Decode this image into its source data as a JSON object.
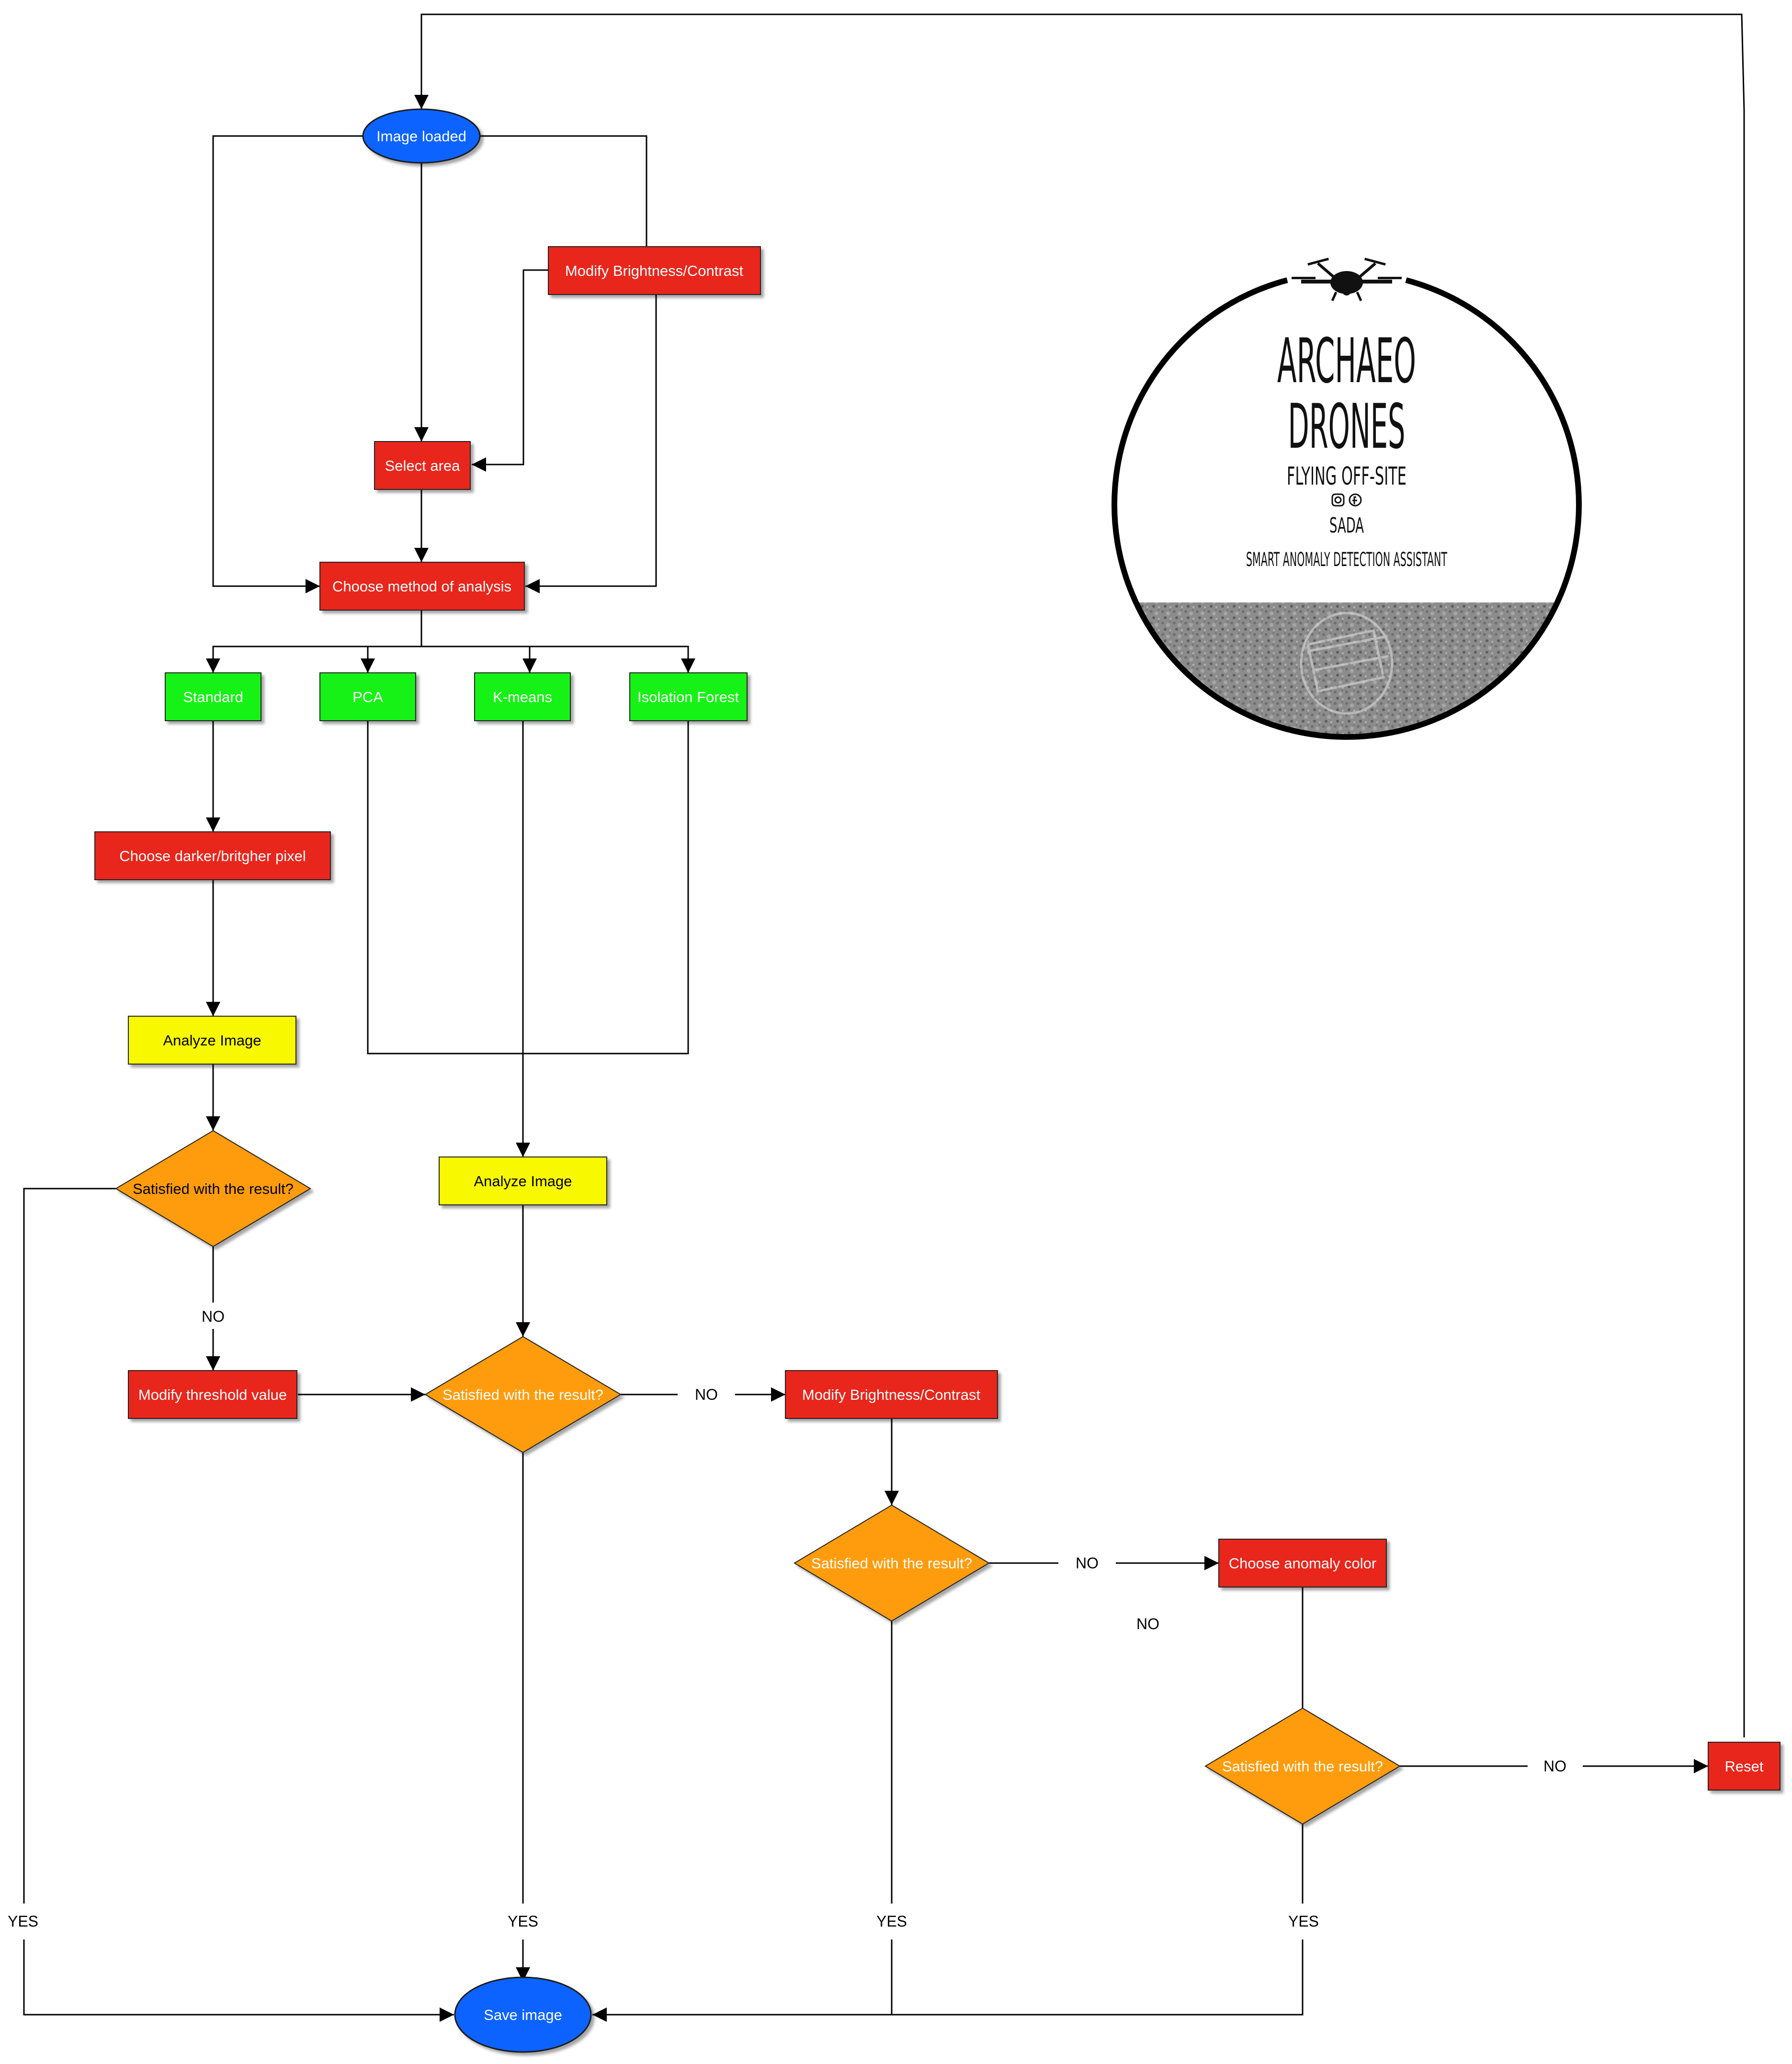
{
  "colors": {
    "start_end": "#0a63ff",
    "process": "#e8261f",
    "method": "#14f214",
    "analyze": "#f8f800",
    "decision": "#ff9c0a",
    "line": "#000000"
  },
  "nodes": {
    "image_loaded": "Image loaded",
    "modify_bc_top": "Modify Brightness/Contrast",
    "select_area": "Select area",
    "choose_method": "Choose method of analysis",
    "standard": "Standard",
    "pca": "PCA",
    "kmeans": "K-means",
    "isolation_forest": "Isolation Forest",
    "choose_pixel": "Choose darker/britgher pixel",
    "analyze_left": "Analyze Image",
    "decision_1": "Satisfied with the result?",
    "analyze_mid": "Analyze Image",
    "modify_threshold": "Modify threshold value",
    "decision_2": "Satisfied with the result?",
    "modify_bc_mid": "Modify Brightness/Contrast",
    "decision_3": "Satisfied with the result?",
    "choose_color": "Choose anomaly color",
    "decision_4": "Satisfied with the result?",
    "reset": "Reset",
    "save_image": "Save image"
  },
  "edge_labels": {
    "no_1": "NO",
    "no_2": "NO",
    "no_3": "NO",
    "no_float": "NO",
    "no_4": "NO",
    "yes_1": "YES",
    "yes_2": "YES",
    "yes_3": "YES",
    "yes_4": "YES"
  },
  "logo": {
    "line1": "ARCHAEO",
    "line2": "DRONES",
    "tagline": "FLYING OFF-SITE",
    "social_icons": [
      "instagram-icon",
      "facebook-icon"
    ],
    "acronym": "SADA",
    "subtitle": "SMART ANOMALY DETECTION ASSISTANT"
  }
}
